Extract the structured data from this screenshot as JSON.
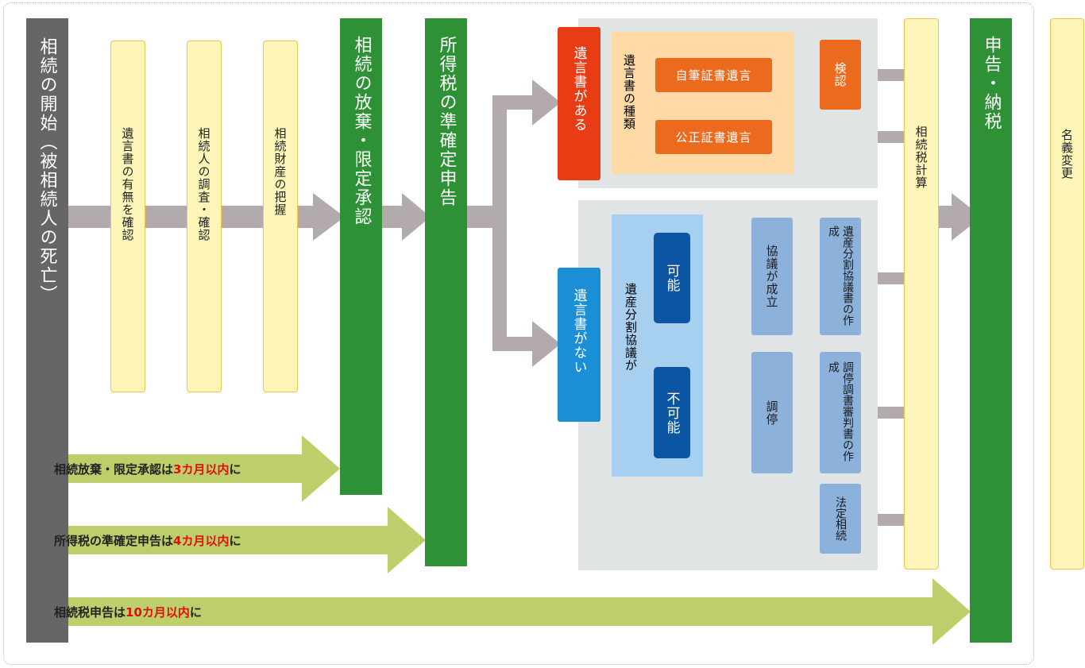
{
  "stages": {
    "start": "相続の開始（被相続人の死亡）",
    "check_will": "遺言書の有無を確認",
    "heir_survey": "相続人の調査・確認",
    "asset_grasp": "相続財産の把握",
    "renounce": "相続の放棄・限定承認",
    "quasi_income_tax": "所得税の準確定申告",
    "will_exists": "遺言書がある",
    "will_types": "遺言書の種類",
    "holograph_will": "自筆証書遺言",
    "notarial_will": "公正証書遺言",
    "probate": "検認",
    "no_will": "遺言書がない",
    "division_talk": "遺産分割協議が",
    "possible": "可能",
    "impossible": "不可能",
    "agreement": "協議が成立",
    "division_doc": "遺産分割協議書の作成",
    "mediation": "調停",
    "mediation_doc": "調停調書審判書の作成",
    "statutory": "法定相続",
    "tax_calc": "相続税計算",
    "filing": "申告・納税",
    "name_change": "名義変更"
  },
  "deadlines": [
    {
      "pre": "相続放棄・限定承認は",
      "em": "3カ月以内",
      "post": "に"
    },
    {
      "pre": "所得税の準確定申告は",
      "em": "4カ月以内",
      "post": "に"
    },
    {
      "pre": "相続税申告は",
      "em": "10カ月以内",
      "post": "に"
    }
  ],
  "colors": {
    "grey_column": "#666666",
    "green": "#2e9135",
    "yellow": "#fef6b8",
    "arrow_grey": "#b3aaae",
    "timeline_green": "#bccf6a",
    "emphasis_red": "#e30d0d"
  }
}
